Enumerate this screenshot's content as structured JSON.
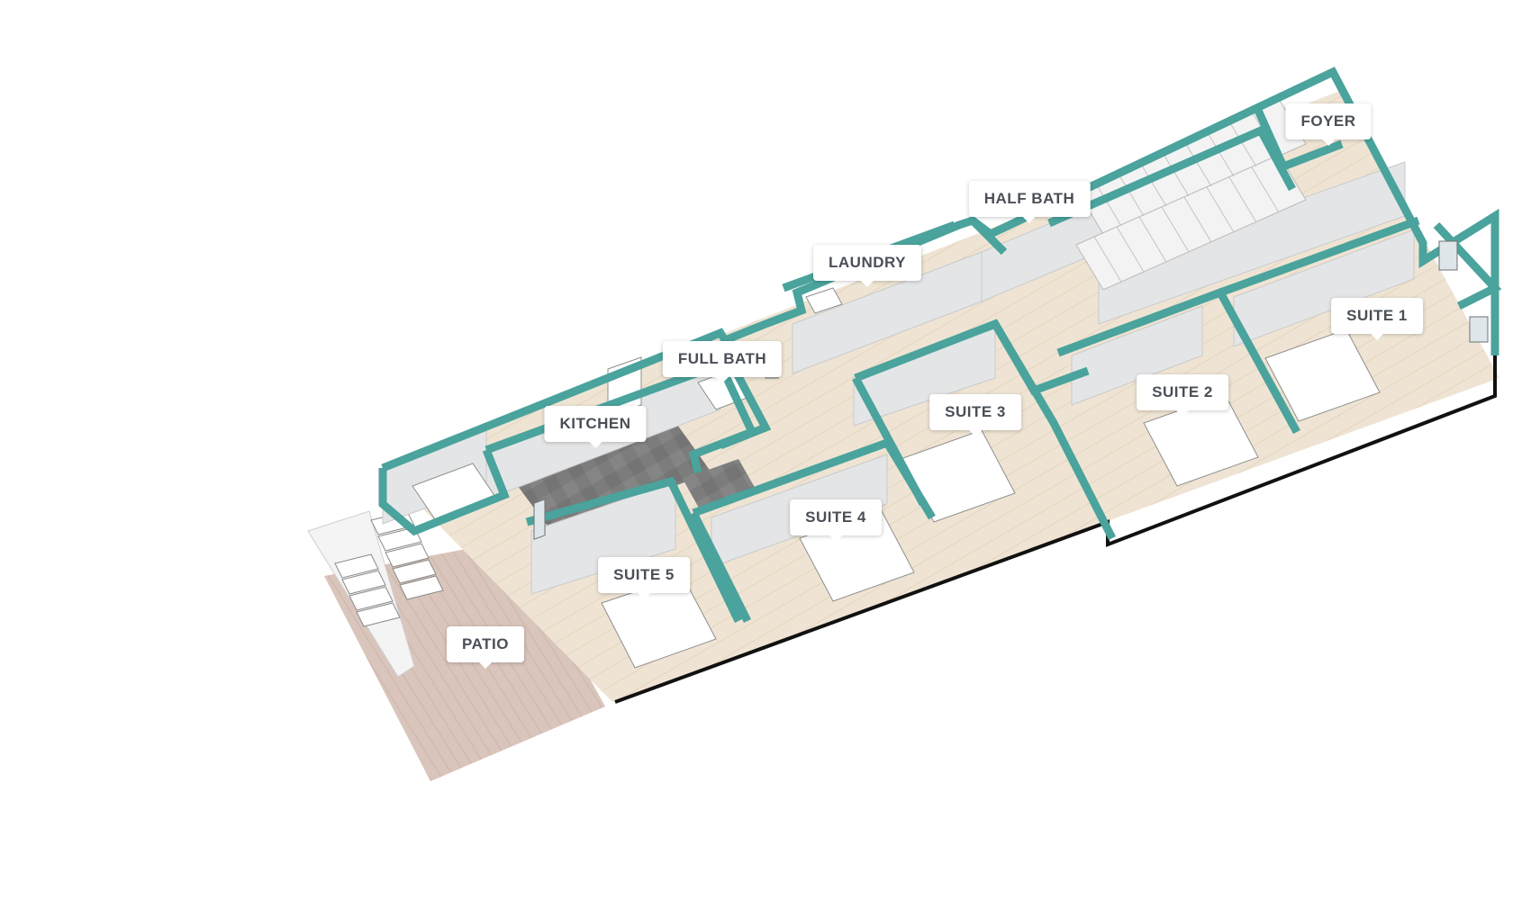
{
  "colors": {
    "wall": "#4aa39c",
    "wood_floor": "#efe4d3",
    "tile_floor": "#7c7c7c",
    "patio_deck": "#d9c5bb",
    "interior_wall": "#e4e5e6",
    "furniture": "#ffffff"
  },
  "rooms": {
    "foyer": "FOYER",
    "half_bath": "HALF BATH",
    "laundry": "LAUNDRY",
    "full_bath": "FULL BATH",
    "kitchen": "KITCHEN",
    "suite_1": "SUITE 1",
    "suite_2": "SUITE 2",
    "suite_3": "SUITE 3",
    "suite_4": "SUITE 4",
    "suite_5": "SUITE 5",
    "patio": "PATIO"
  }
}
